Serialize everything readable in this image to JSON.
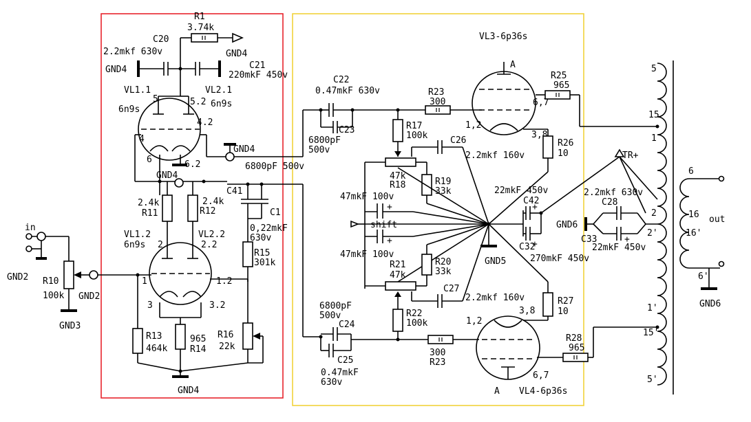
{
  "colors": {
    "driver_box": "#e8232c",
    "output_box": "#f2d23a",
    "wire": "#000000"
  },
  "labels": {
    "r1_name": "R1",
    "r1_val": "3.74k",
    "c20_name": "C20",
    "c20_val": "2.2mkf 630v",
    "gnd4_tl": "GND4",
    "gnd4_tr": "GND4",
    "c21_name": "C21",
    "c21_val": "220mkF 450v",
    "vl11": "VL1.1",
    "vl21": "VL2.1",
    "pin5": "5",
    "pin52": "5.2",
    "tube_6n9s_a": "6n9s",
    "tube_6n9s_b": "6n9s",
    "pin42": "4.2",
    "pin4": "4",
    "pin6": "6",
    "pin62": "6.2",
    "gnd4_mid": "GND4",
    "gnd4_mid2": "GND4",
    "c41_name": "C41",
    "c41_val": "6800pF 500v",
    "c1_name": "C1",
    "c1c41_val_a": "0,22mkF",
    "c1c41_val_b": "630v",
    "r11_val": "2.4k",
    "r11_name": "R11",
    "r12_val": "2.4k",
    "r12_name": "R12",
    "vl12": "VL1.2",
    "vl22": "VL2.2",
    "tube_6n9s_c": "6n9s",
    "pin2": "2",
    "pin22": "2.2",
    "r15_name": "R15",
    "r15_val": "301k",
    "in": "in",
    "gnd2_l": "GND2",
    "gnd2_r": "GND2",
    "r10_name": "R10",
    "r10_val": "100k",
    "gnd3": "GND3",
    "pin1": "1",
    "pin12": "1.2",
    "pin3": "3",
    "pin32": "3.2",
    "r13_name": "R13",
    "r13_val": "464k",
    "r14_val": "965",
    "r14_name": "R14",
    "r16_name": "R16",
    "r16_val": "22k",
    "gnd4_bot": "GND4",
    "c22_name": "C22",
    "c22_val": "0.47mkF 630v",
    "r23_name_t": "R23",
    "r23_val_t": "300",
    "c23_name": "C23",
    "c23_val_a": "6800pF",
    "c23_val_b": "500v",
    "r17_name": "R17",
    "r17_val": "100k",
    "vl3": "VL3-6p36s",
    "vl3_a": "A",
    "pin67_t": "6,7",
    "pin12_t": "1,2",
    "pin38_t": "3,8",
    "r25_name": "R25",
    "r25_val": "965",
    "r26_name": "R26",
    "r26_val": "10",
    "c26_name": "C26",
    "c26_val": "2.2mkf 160v",
    "r18_val": "47k",
    "r18_name": "R18",
    "r19_name": "R19",
    "r19_val": "33k",
    "c_upper": "47mkF 100v",
    "shift": "shift",
    "c_lower": "47mkF 100v",
    "r21_name": "R21",
    "r21_val": "47k",
    "r20_name": "R20",
    "r20_val": "33k",
    "c27_name": "C27",
    "c27_val": "2.2mkf 160v",
    "r22_name": "R22",
    "r22_val": "100k",
    "r27_name": "R27",
    "r27_val": "10",
    "c24_val_a": "6800pF",
    "c24_val_b": "500v",
    "c24_name": "C24",
    "c25_name": "C25",
    "c25_val_a": "0.47mkF",
    "c25_val_b": "630v",
    "r23_val_b": "300",
    "r23_name_b": "R23",
    "vl4_a": "A",
    "vl4": "VL4-6p36s",
    "pin12_b": "1,2",
    "pin38_b": "3,8",
    "pin67_b": "6,7",
    "r28_name": "R28",
    "r28_val": "965",
    "c42_val": "22mkF 450v",
    "c42_name": "C42",
    "c32_name": "C32",
    "c32_val": "270mkF 450v",
    "gnd5": "GND5",
    "tr_plus": "TR+",
    "c28_val": "2.2mkf 630v",
    "c28_name": "C28",
    "gnd6_l": "GND6",
    "c33_name": "C33",
    "c33_val": "22mkF 450v",
    "t5": "5",
    "t15": "15",
    "t1": "1",
    "t2": "2",
    "t2p": "2'",
    "t1p": "1'",
    "t15p": "15'",
    "t5p": "5'",
    "t6": "6",
    "t16": "16",
    "t16p": "16'",
    "t6p": "6'",
    "out": "out",
    "gnd6_r": "GND6"
  }
}
